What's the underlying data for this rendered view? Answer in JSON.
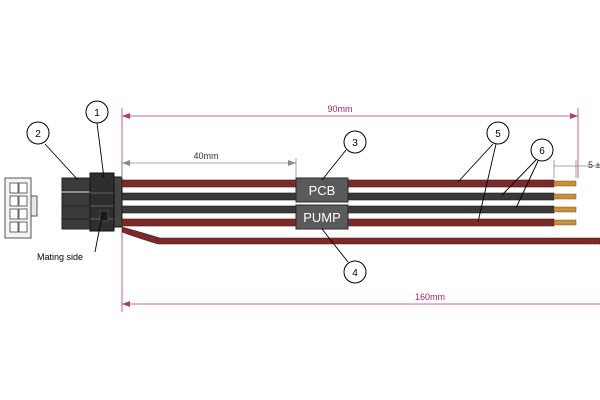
{
  "dimensions": {
    "overall_wire": "90mm",
    "label_offset": "40mm",
    "long_wire": "160mm",
    "strip_length": "5 ±"
  },
  "labels": {
    "pcb": "PCB",
    "pump": "PUMP"
  },
  "notes": {
    "mating_side": "Mating side"
  },
  "balloons": [
    "1",
    "2",
    "3",
    "4",
    "5",
    "6"
  ],
  "colors": {
    "wire_red": "#7a2a2a",
    "wire_black": "#333333",
    "dimension_magenta": "#b03a7a",
    "dimension_gray": "#8a8a8a",
    "label_sleeve": "#5a5a5a"
  }
}
